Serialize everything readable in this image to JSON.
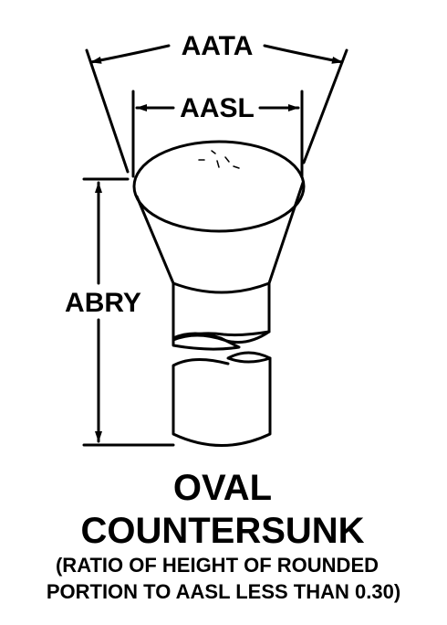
{
  "dimensions": {
    "top_width": "AATA",
    "head_width": "AASL",
    "height": "ABRY"
  },
  "title": {
    "line1": "OVAL",
    "line2": "COUNTERSUNK"
  },
  "note": {
    "line1": "(RATIO OF HEIGHT OF ROUNDED",
    "line2": "PORTION TO AASL LESS THAN 0.30)"
  },
  "colors": {
    "ink": "#000000",
    "paper": "#ffffff"
  }
}
